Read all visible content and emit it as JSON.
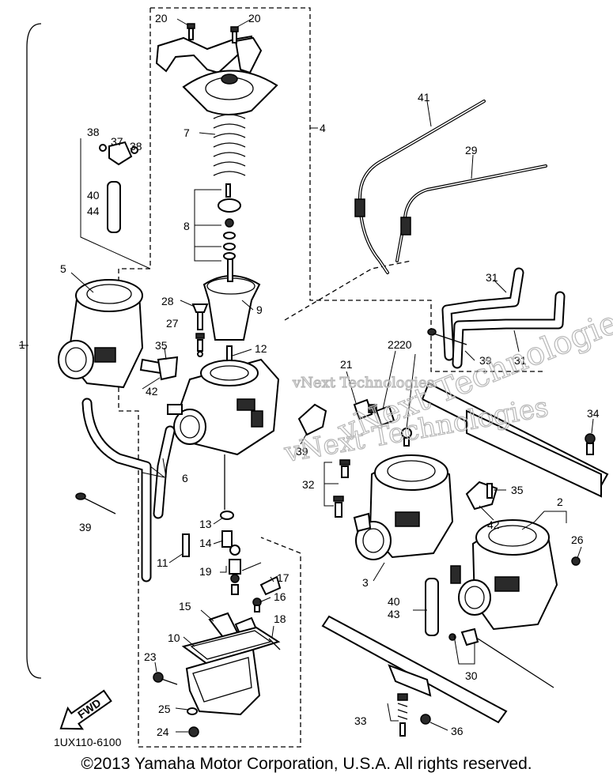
{
  "diagram": {
    "part_numbers": [
      "1",
      "2",
      "3",
      "4",
      "5",
      "6",
      "7",
      "8",
      "9",
      "10",
      "11",
      "12",
      "13",
      "14",
      "15",
      "16",
      "17",
      "18",
      "19",
      "20",
      "20",
      "20",
      "21",
      "22",
      "23",
      "24",
      "25",
      "26",
      "27",
      "28",
      "29",
      "30",
      "31",
      "31",
      "32",
      "33",
      "34",
      "35",
      "35",
      "36",
      "37",
      "38",
      "38",
      "39",
      "39",
      "39",
      "40",
      "40",
      "41",
      "42",
      "42",
      "43",
      "44"
    ],
    "diagram_code": "1UX110-6100",
    "direction_label": "FWD",
    "watermark": [
      "vNext Technologies",
      "vNext Technologies",
      "vNext Technologies"
    ]
  },
  "footer": {
    "copyright": "©2013 Yamaha Motor Corporation, U.S.A. All rights reserved."
  }
}
